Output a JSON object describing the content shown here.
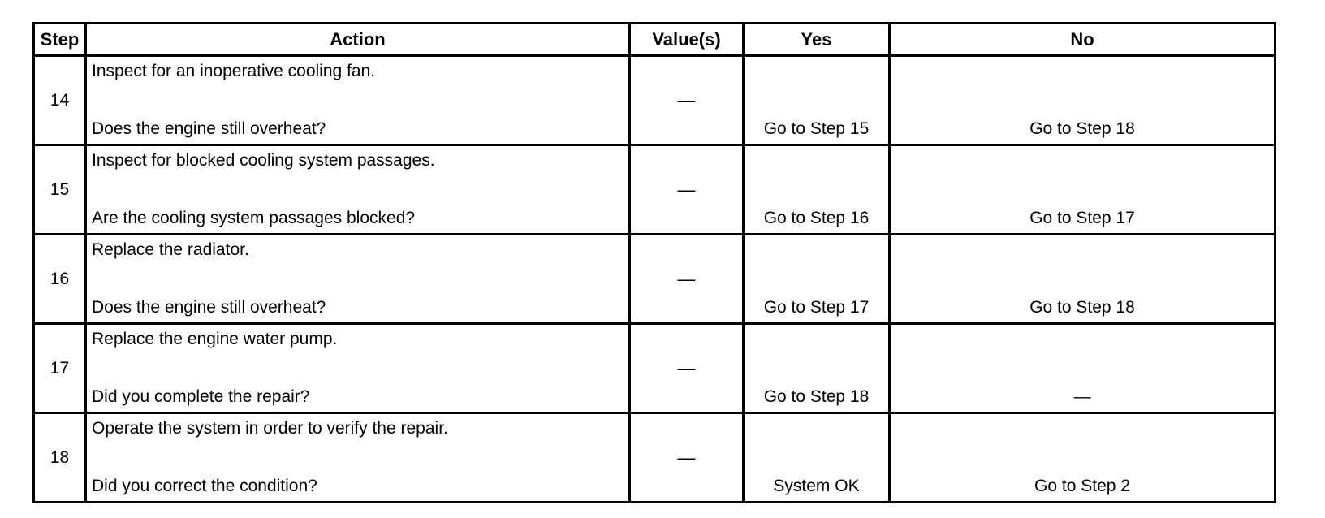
{
  "table": {
    "headers": {
      "step": "Step",
      "action": "Action",
      "values": "Value(s)",
      "yes": "Yes",
      "no": "No"
    },
    "rows": [
      {
        "step": "14",
        "action_line1": "Inspect for an inoperative cooling fan.",
        "action_line2": "Does the engine still overheat?",
        "value": "—",
        "yes": "Go to Step 15",
        "no": "Go to Step 18"
      },
      {
        "step": "15",
        "action_line1": "Inspect for blocked cooling system passages.",
        "action_line2": "Are the cooling system passages blocked?",
        "value": "—",
        "yes": "Go to Step 16",
        "no": "Go to Step 17"
      },
      {
        "step": "16",
        "action_line1": "Replace the radiator.",
        "action_line2": "Does the engine still overheat?",
        "value": "—",
        "yes": "Go to Step 17",
        "no": "Go to Step 18"
      },
      {
        "step": "17",
        "action_line1": "Replace the engine water pump.",
        "action_line2": "Did you complete the repair?",
        "value": "—",
        "yes": "Go to Step 18",
        "no": "—"
      },
      {
        "step": "18",
        "action_line1": "Operate the system in order to verify the repair.",
        "action_line2": "Did you correct the condition?",
        "value": "—",
        "yes": "System OK",
        "no": "Go to Step 2"
      }
    ]
  }
}
